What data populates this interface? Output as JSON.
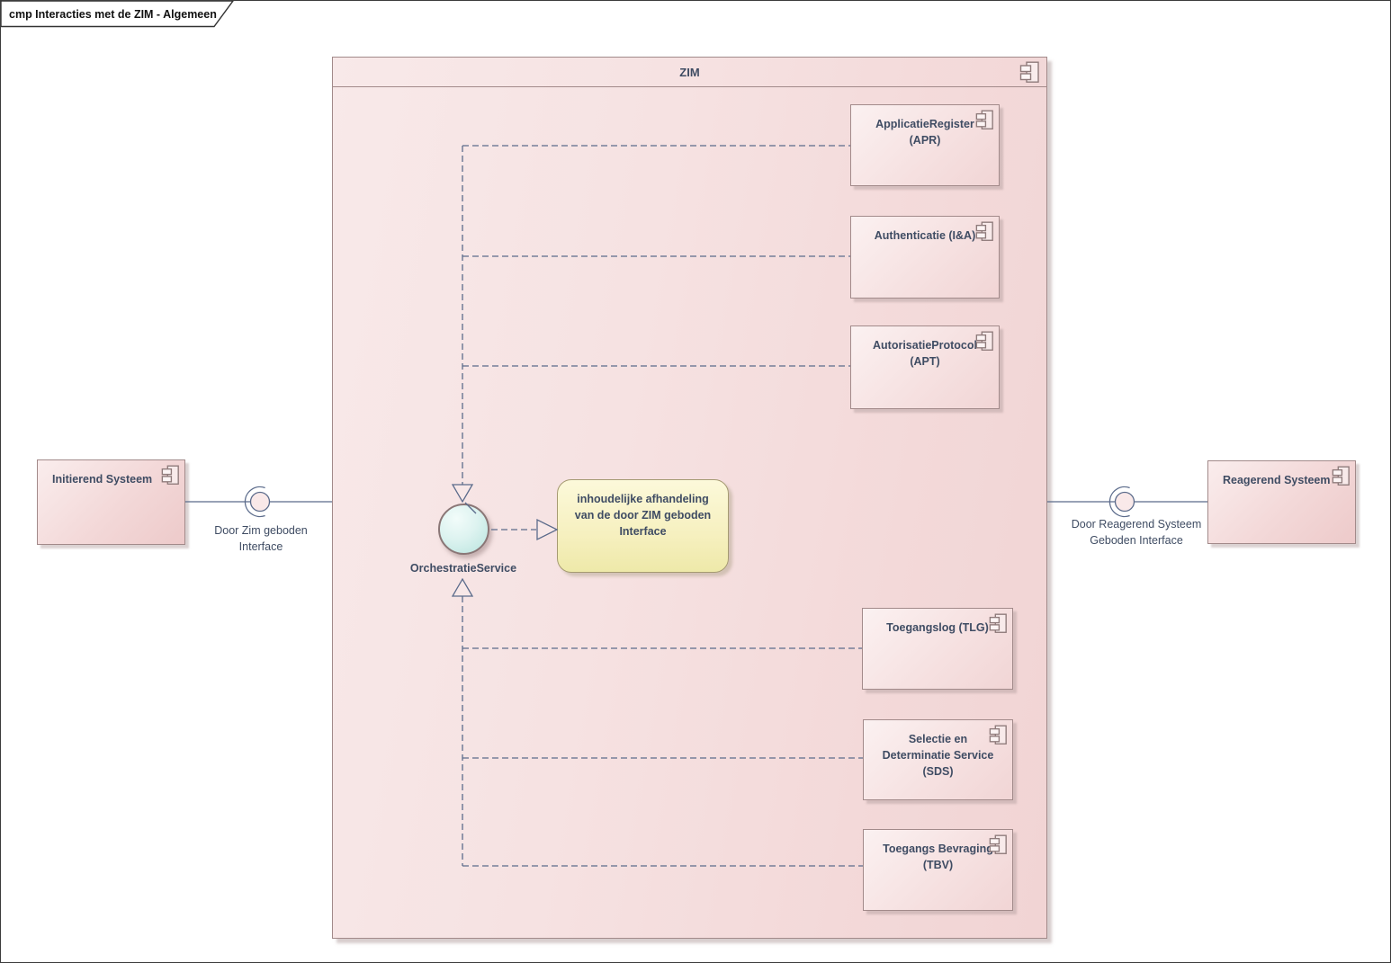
{
  "frame": {
    "title": "cmp Interacties met de ZIM - Algemeen"
  },
  "zim": {
    "title": "ZIM",
    "components": [
      {
        "lines": [
          "ApplicatieRegister",
          "(APR)"
        ]
      },
      {
        "lines": [
          "Authenticatie (I&A)"
        ]
      },
      {
        "lines": [
          "AutorisatieProtocol",
          "(APT)"
        ]
      },
      {
        "lines": [
          "Toegangslog (TLG)"
        ]
      },
      {
        "lines": [
          "Selectie en",
          "Determinatie Service",
          "(SDS)"
        ]
      },
      {
        "lines": [
          "Toegangs Bevraging",
          "(TBV)"
        ]
      }
    ],
    "orchestratie": {
      "label": "OrchestratieService"
    },
    "note": {
      "lines": [
        "inhoudelijke afhandeling",
        "van de door ZIM geboden",
        "Interface"
      ]
    }
  },
  "external": {
    "left": {
      "label": "Initierend Systeem",
      "interface_lines": [
        "Door Zim geboden",
        "Interface"
      ]
    },
    "right": {
      "label": "Reagerend Systeem",
      "interface_lines": [
        "Door Reagerend Systeem",
        "Geboden Interface"
      ]
    }
  },
  "icons": {
    "component": "component-icon",
    "provided_interface": "lollipop-ball-icon",
    "required_interface": "socket-arc-icon"
  },
  "colors": {
    "component_fill_light": "#fbf1f1",
    "component_fill_dark": "#f1d5d5",
    "component_border": "#a28a8a",
    "component_text": "#3f4c63",
    "connector": "#5b6b8b",
    "note_fill": "#f9f4cd",
    "note_border": "#a59a72",
    "ball_fill": "#cdeeea",
    "frame_title_color": "#111111"
  }
}
